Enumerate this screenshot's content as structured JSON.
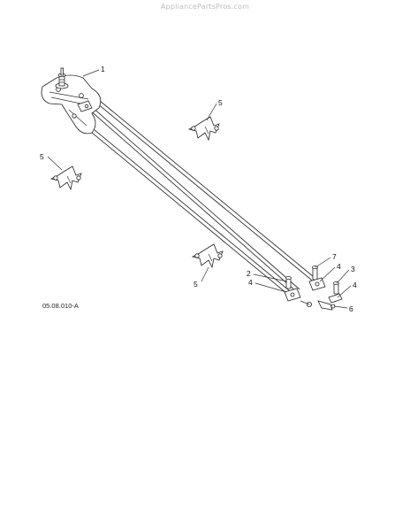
{
  "watermark": "AppliancePartsPros.com",
  "diagram_code": "05.08.010-A",
  "callouts": [
    "1",
    "5",
    "5",
    "5",
    "2",
    "4",
    "7",
    "4",
    "3",
    "4",
    "6"
  ]
}
